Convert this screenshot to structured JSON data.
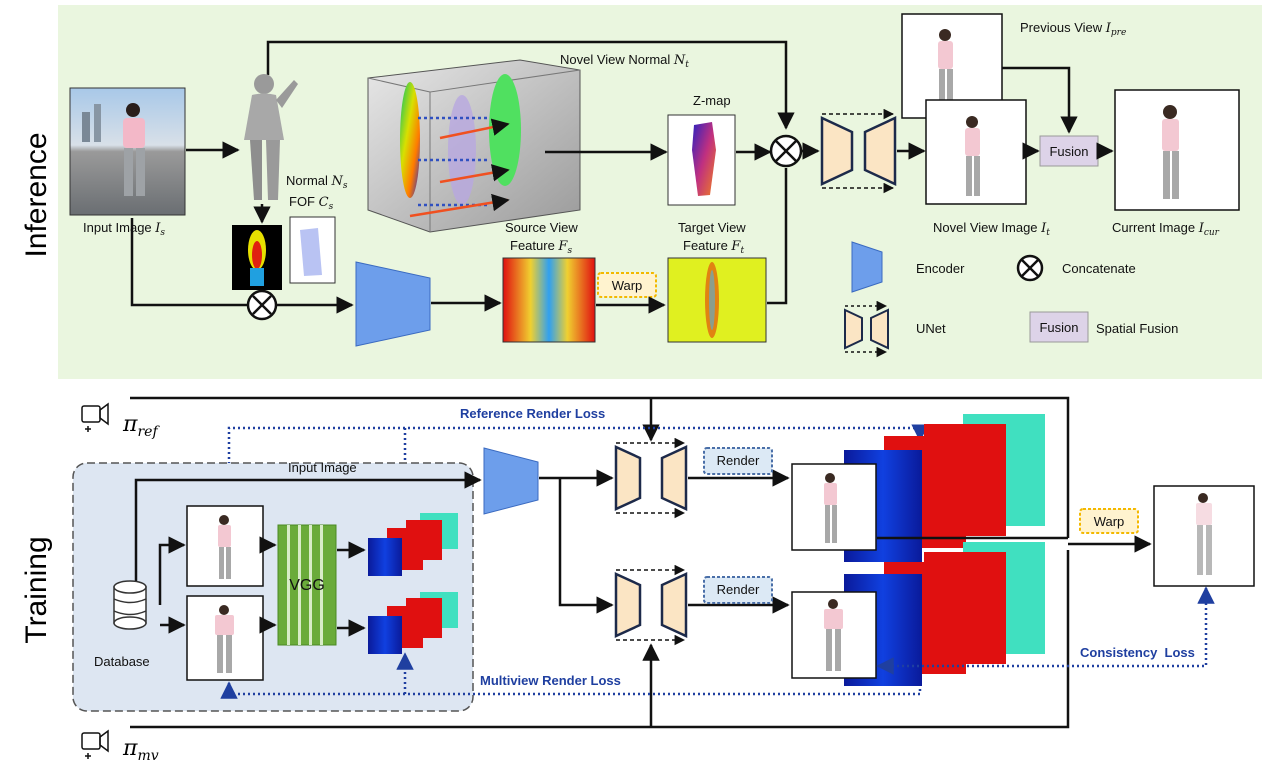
{
  "sections": {
    "inference": "Inference",
    "training": "Training"
  },
  "inference": {
    "input_image": {
      "text": "Input Image ",
      "sym": "I",
      "sub": "s"
    },
    "normal": {
      "text": "Normal ",
      "sym": "N",
      "sub": "s"
    },
    "fof": {
      "text": "FOF ",
      "sym": "C",
      "sub": "s"
    },
    "novel_view_normal": {
      "text": "Novel View Normal ",
      "sym": "N",
      "sub": "t"
    },
    "zmap": "Z-map",
    "source_feature": {
      "line1": "Source View",
      "text": "Feature ",
      "sym": "F",
      "sub": "s"
    },
    "target_feature": {
      "line1": "Target View",
      "text": "Feature ",
      "sym": "F",
      "sub": "t"
    },
    "warp": "Warp",
    "previous_view": {
      "text": "Previous View ",
      "sym": "I",
      "sub": "pre"
    },
    "fusion": "Fusion",
    "novel_view_image": {
      "text": "Novel View Image ",
      "sym": "I",
      "sub": "t"
    },
    "current_image": {
      "text": "Current Image ",
      "sym": "I",
      "sub": "cur"
    }
  },
  "legend": {
    "encoder": "Encoder",
    "concatenate": "Concatenate",
    "unet": "UNet",
    "fusion_box": "Fusion",
    "spatial_fusion": "Spatial Fusion"
  },
  "training": {
    "pi_ref": {
      "sym": "π",
      "sub": "ref"
    },
    "pi_mv": {
      "sym": "π",
      "sub": "mv"
    },
    "reference_render_loss": "Reference Render Loss",
    "input_image": "Input Image",
    "vgg": "VGG",
    "database": "Database",
    "render_top": "Render",
    "render_bottom": "Render",
    "warp": "Warp",
    "multiview_render_loss": "Multiview Render Loss",
    "consistency_loss": "Consistency  Loss"
  },
  "colors": {
    "inference_bg": "#eaf6df",
    "database_bg": "#dde6f2",
    "encoder": "#6d9eeb",
    "unet_fill": "#fbe5c4",
    "unet_stroke": "#1d2a4a",
    "warp_fill": "#fff3cf",
    "warp_stroke": "#f3b800",
    "fusion_fill": "#ddd3e8",
    "render_fill": "#dce9f5",
    "render_stroke": "#4a6fa8",
    "loss_line": "#1f3fa0",
    "vgg_green": "#6aab3a"
  },
  "icons": [
    "concatenate-icon",
    "camera-icon",
    "database-icon",
    "arrow-icon"
  ]
}
